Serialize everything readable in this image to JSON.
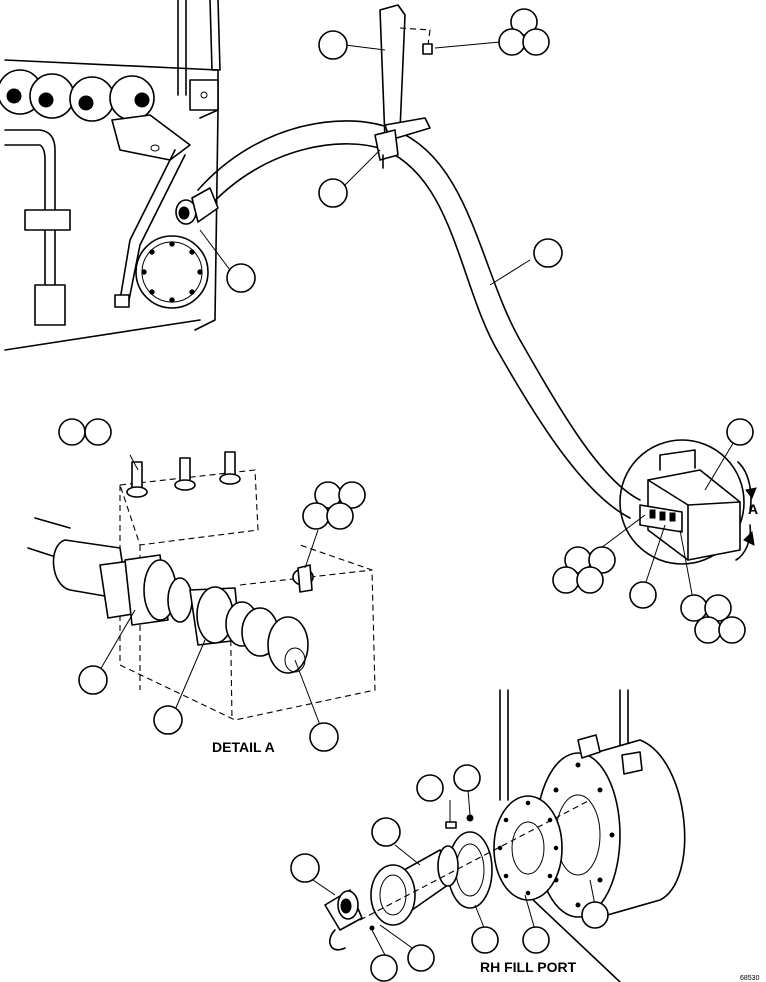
{
  "labels": {
    "detail_a": "DETAIL A",
    "rh_fill_port": "RH FILL PORT",
    "arrow_a": "A",
    "figure_id": "68530"
  }
}
